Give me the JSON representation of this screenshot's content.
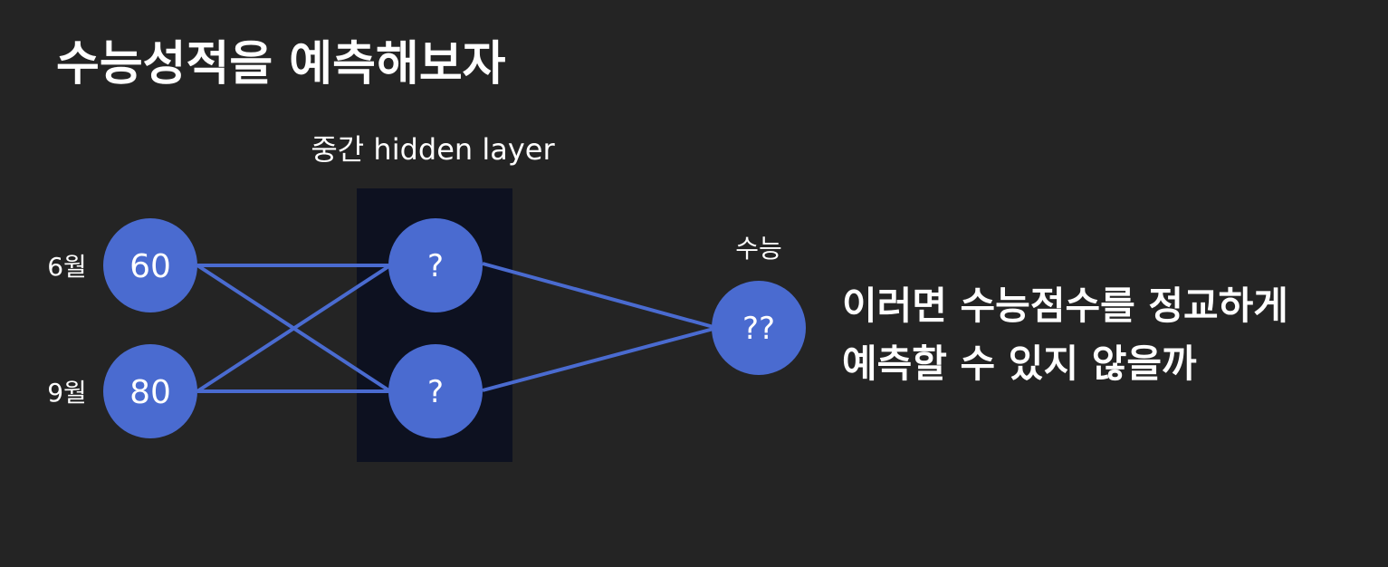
{
  "slide": {
    "title": "수능성적을 예측해보자",
    "hidden_layer_label": "중간 hidden layer",
    "inputs": [
      {
        "label": "6월",
        "value": "60"
      },
      {
        "label": "9월",
        "value": "80"
      }
    ],
    "hidden_nodes": [
      "?",
      "?"
    ],
    "output": {
      "label": "수능",
      "value": "??"
    },
    "remark_lines": [
      "이러면 수능점수를 정교하게",
      "예측할 수 있지 않을까"
    ]
  },
  "colors": {
    "background": "#242424",
    "node": "#4a6bd0",
    "edge": "#4a6bd0",
    "hidden_panel": "#0d1120",
    "text": "#ffffff"
  }
}
